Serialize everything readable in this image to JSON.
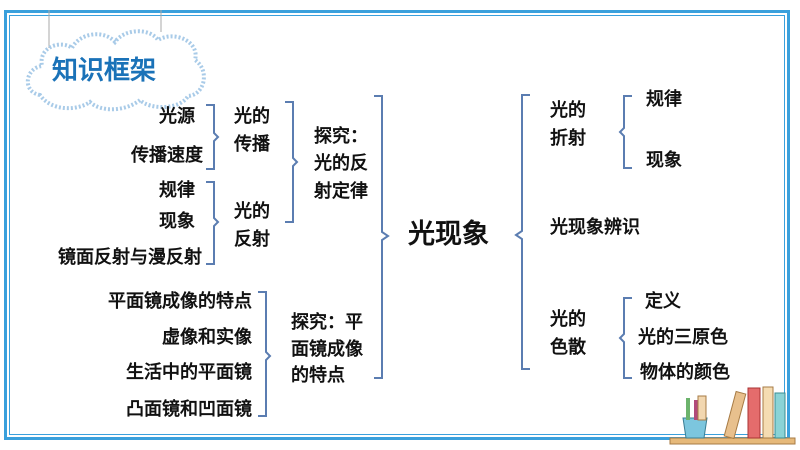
{
  "title": "知识框架",
  "center": "光现象",
  "left": {
    "propagation": {
      "label": [
        "光的",
        "传播"
      ],
      "items": [
        "光源",
        "传播速度"
      ]
    },
    "reflection": {
      "label": [
        "光的",
        "反射"
      ],
      "items": [
        "规律",
        "现象",
        "镜面反射与漫反射"
      ]
    },
    "reflection_inquiry": [
      "探究：",
      "光的反",
      "射定律"
    ],
    "mirror": {
      "label": [
        "探究：平",
        "面镜成像",
        "的特点"
      ],
      "items": [
        "平面镜成像的特点",
        "虚像和实像",
        "生活中的平面镜",
        "凸面镜和凹面镜"
      ]
    }
  },
  "right": {
    "refraction": {
      "label": [
        "光的",
        "折射"
      ],
      "items": [
        "规律",
        "现象"
      ]
    },
    "identify": "光现象辨识",
    "dispersion": {
      "label": [
        "光的",
        "色散"
      ],
      "items": [
        "定义",
        "光的三原色",
        "物体的颜色"
      ]
    }
  },
  "colors": {
    "bracket": "#5b7db1",
    "frame": "#3aa0dc",
    "title": "#1a72b8"
  }
}
